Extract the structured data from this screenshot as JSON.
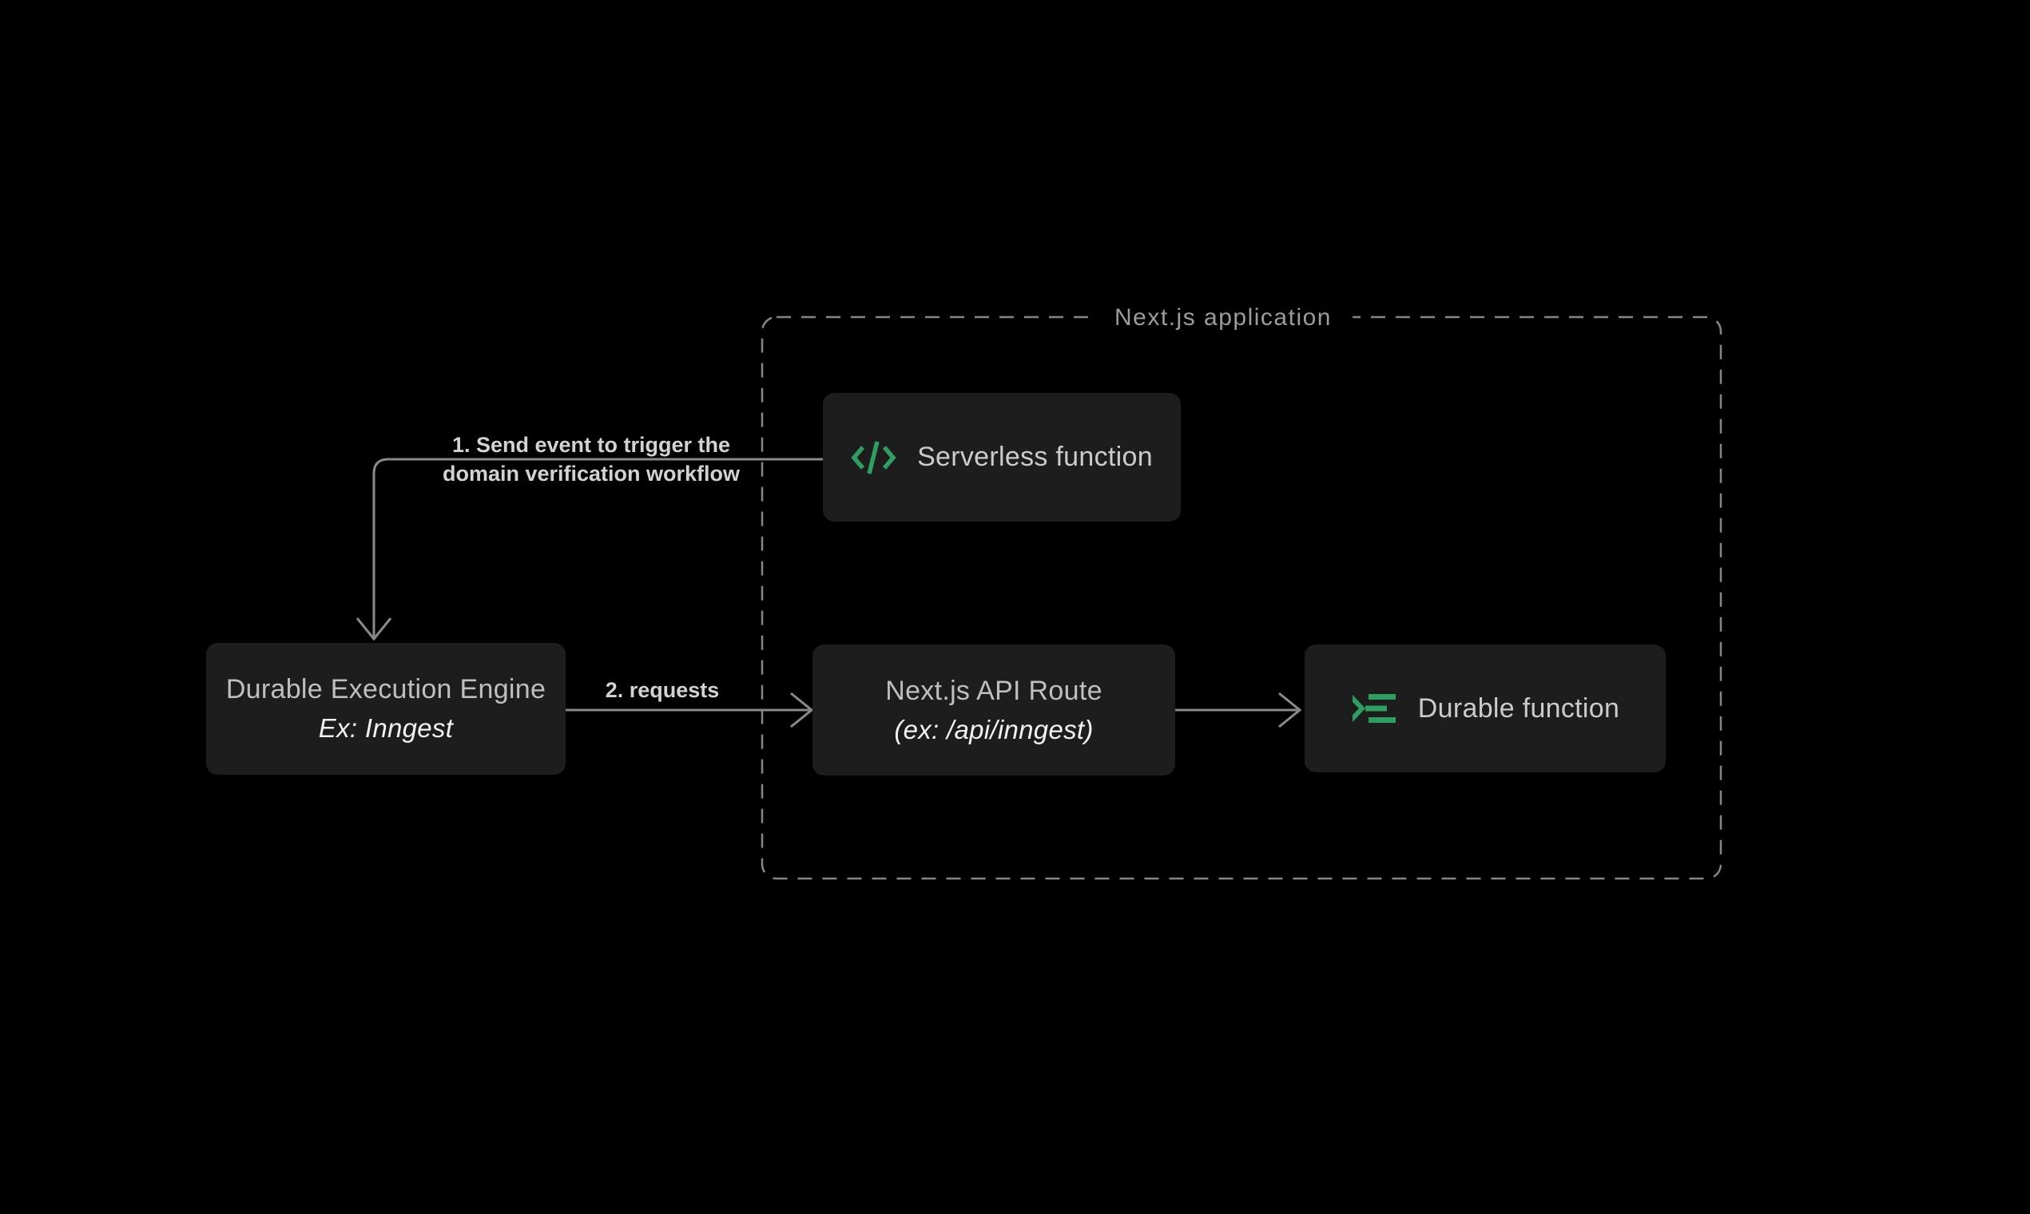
{
  "diagram": {
    "colors": {
      "background": "#000000",
      "node_background": "#1d1d1e",
      "accent_green": "#2f9e63",
      "connector_gray": "#8a8a8a",
      "dashed_border_gray": "#868686",
      "title_gray": "#bfbfbf",
      "subtitle_white": "#f2f2f2",
      "edge_label_gray": "#d2d2d2",
      "container_label_gray": "#9c9c9c"
    },
    "container": {
      "label": "Next.js application"
    },
    "nodes": {
      "serverless": {
        "label": "Serverless function",
        "icon": "code-icon"
      },
      "engine": {
        "title": "Durable Execution Engine",
        "subtitle": "Ex: Inngest"
      },
      "api_route": {
        "title": "Next.js API Route",
        "subtitle": "(ex: /api/inngest)"
      },
      "durable_fn": {
        "label": "Durable function",
        "icon": "inngest-prompt-icon"
      }
    },
    "edges": {
      "trigger": {
        "label_line1": "1. Send event to trigger the",
        "label_line2": "domain verification workflow"
      },
      "requests": {
        "label": "2. requests"
      }
    }
  }
}
